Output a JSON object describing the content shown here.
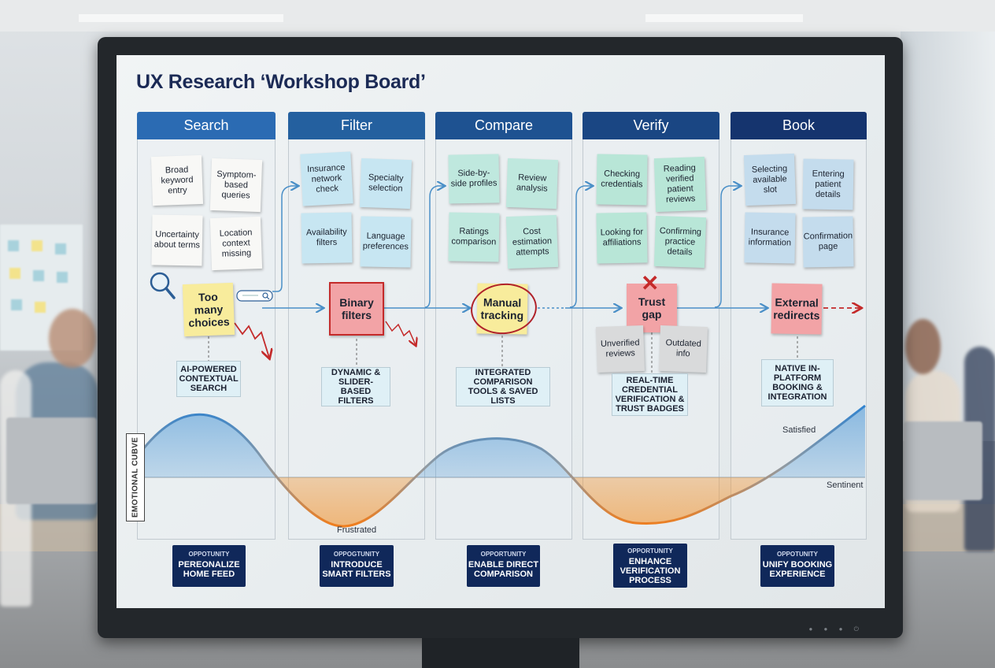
{
  "board": {
    "title": "UX Research ‘Workshop Board’",
    "stages": [
      {
        "name": "Search",
        "color": "#2b6bb3"
      },
      {
        "name": "Filter",
        "color": "#24609f"
      },
      {
        "name": "Compare",
        "color": "#1e5291"
      },
      {
        "name": "Verify",
        "color": "#1a4683"
      },
      {
        "name": "Book",
        "color": "#15346e"
      }
    ],
    "notes": {
      "search": [
        "Broad keyword entry",
        "Symptom-based queries",
        "Uncertainty about terms",
        "Location context missing"
      ],
      "filter": [
        "Insurance network check",
        "Specialty selection",
        "Availability filters",
        "Language preferences"
      ],
      "compare": [
        "Side-by-side profiles",
        "Review analysis",
        "Ratings comparison",
        "Cost estimation attempts"
      ],
      "verify": [
        "Checking credentials",
        "Reading verified patient reviews",
        "Looking for affiliations",
        "Confirming practice details"
      ],
      "book": [
        "Selecting available slot",
        "Entering patient details",
        "Insurance information",
        "Confirmation page"
      ]
    },
    "pain_points": {
      "search": "Too many choices",
      "filter": "Binary filters",
      "compare": "Manual tracking",
      "verify": "Trust gap",
      "book": "External redirects"
    },
    "verify_subnotes": [
      "Unverified reviews",
      "Outdated info"
    ],
    "solutions": [
      "AI-POWERED CONTEXTUAL SEARCH",
      "DYNAMIC & SLIDER-BASED FILTERS",
      "INTEGRATED COMPARISON TOOLS & SAVED LISTS",
      "REAL-TIME CREDENTIAL VERIFICATION & TRUST BADGES",
      "NATIVE IN-PLATFORM BOOKING & INTEGRATION"
    ],
    "curve": {
      "axis_label": "EMOTIONAL CUBVE",
      "high_label": "Satisfied",
      "mid_label": "Sentinent",
      "low_label": "Frustrated"
    },
    "opportunities": [
      {
        "tag": "OPPOTUNITY",
        "text": "PEREONALIZE HOME FEED"
      },
      {
        "tag": "OPPOGTUNITY",
        "text": "INTRODUCE SMART FILTERS"
      },
      {
        "tag": "OPPORTUNITY",
        "text": "ENABLE DIRECT COMPARISON"
      },
      {
        "tag": "OPPORTUNITY",
        "text": "ENHANCE VERIFICATION PROCESS"
      },
      {
        "tag": "OPPOTUNITY",
        "text": "UNIFY BOOKING EXPERIENCE"
      }
    ],
    "colors": {
      "pain_yellow": "#f8ec9c",
      "pain_red": "#f2a3a6",
      "curve_positive": "#3d8fd4",
      "curve_negative": "#f2922c",
      "opportunity_bg": "#10285a",
      "accent_red": "#c42a2a"
    }
  }
}
